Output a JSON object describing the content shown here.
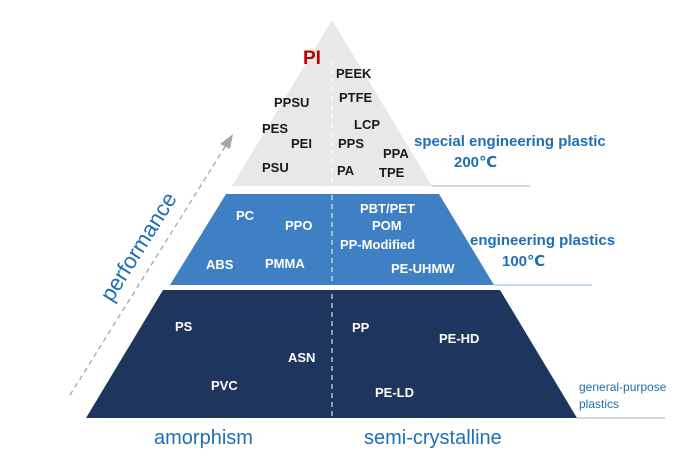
{
  "colors": {
    "top_tier": "#e8e8e8",
    "middle_tier": "#3f7fc4",
    "bottom_tier": "#1e355e",
    "label_blue": "#1f6fb5",
    "pi_red": "#c00000",
    "arrow_gray": "#a6a6a6"
  },
  "axis": {
    "label": "performance"
  },
  "tiers": {
    "special": {
      "title": "special engineering plastic",
      "temp": "200℃",
      "peak": "PI",
      "left": [
        "PPSU",
        "PES",
        "PEI",
        "PSU"
      ],
      "right": [
        "PEEK",
        "PTFE",
        "LCP",
        "PPS",
        "PPA",
        "PA",
        "TPE"
      ]
    },
    "engineering": {
      "title": "engineering plastics",
      "temp": "100℃",
      "left": [
        "PC",
        "PPO",
        "ABS",
        "PMMA"
      ],
      "right": [
        "PBT/PET",
        "POM",
        "PP-Modified",
        "PE-UHMW"
      ]
    },
    "general": {
      "title_line1": "general-purpose",
      "title_line2": "plastics",
      "left": [
        "PS",
        "ASN",
        "PVC"
      ],
      "right": [
        "PP",
        "PE-HD",
        "PE-LD"
      ]
    }
  },
  "bottom": {
    "left": "amorphism",
    "right": "semi-crystalline"
  }
}
